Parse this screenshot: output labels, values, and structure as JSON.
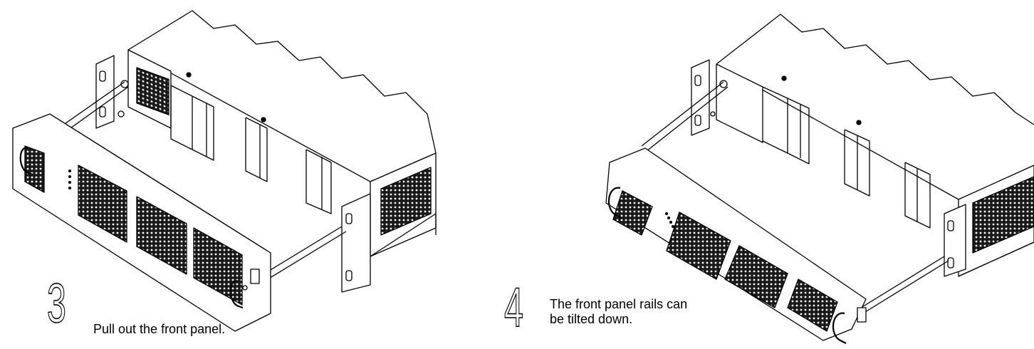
{
  "steps": [
    {
      "number": "3",
      "caption_lines": [
        "Pull out the front panel."
      ]
    },
    {
      "number": "4",
      "caption_lines": [
        "The front panel rails can",
        "be tilted down."
      ]
    }
  ]
}
